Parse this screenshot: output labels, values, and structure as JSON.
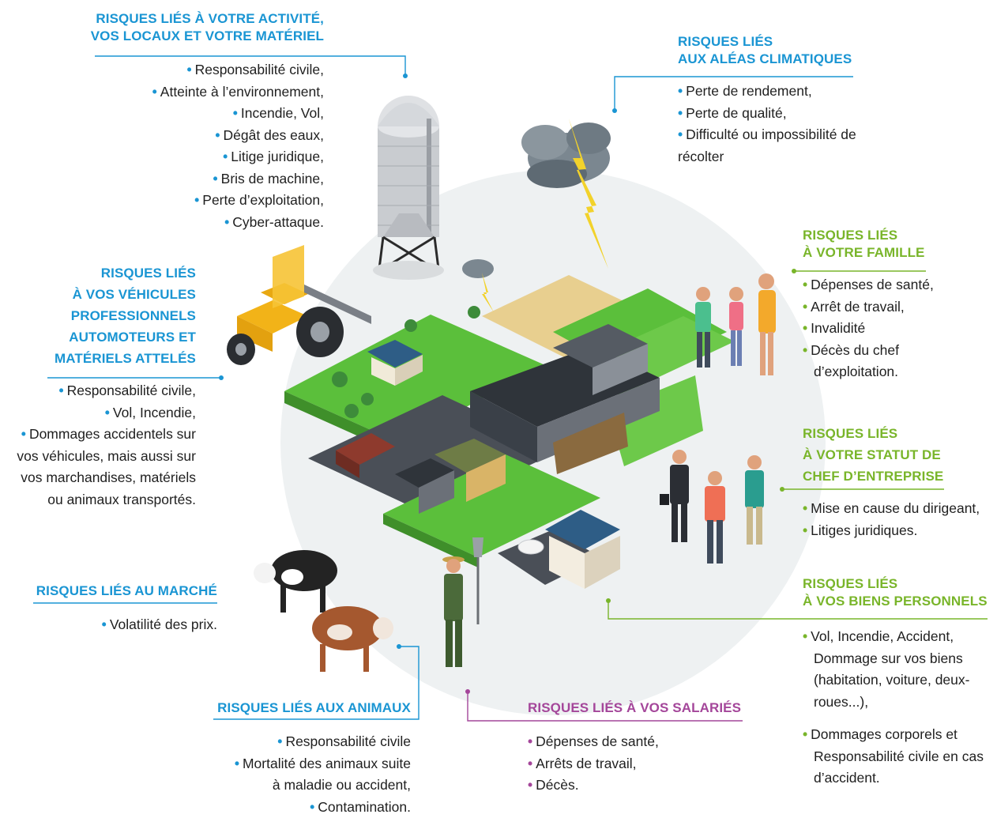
{
  "blocks": {
    "activite": {
      "title": [
        "RISQUES LIÉS À VOTRE ACTIVITÉ,",
        "VOS LOCAUX ET VOTRE MATÉRIEL"
      ],
      "items": [
        "Responsabilité civile,",
        "Atteinte à l’environnement,",
        "Incendie, Vol,",
        "Dégât des eaux,",
        "Litige juridique,",
        "Bris de machine,",
        "Perte d’exploitation,",
        "Cyber-attaque."
      ]
    },
    "climat": {
      "title": [
        "RISQUES LIÉS",
        "AUX ALÉAS CLIMATIQUES"
      ],
      "items": [
        "Perte de rendement,",
        "Perte de qualité,",
        "Difficulté ou impossibilité de",
        "récolter"
      ]
    },
    "vehicules": {
      "title": [
        "RISQUES LIÉS",
        "À VOS VÉHICULES",
        "PROFESSIONNELS",
        "AUTOMOTEURS ET",
        "MATÉRIELS ATTELÉS"
      ],
      "items": [
        "Responsabilité civile,",
        "Vol, Incendie,",
        "Dommages accidentels sur",
        "vos véhicules, mais aussi sur",
        "vos marchandises, matériels",
        "ou animaux transportés."
      ]
    },
    "famille": {
      "title": [
        "RISQUES LIÉS",
        "À VOTRE FAMILLE"
      ],
      "items": [
        "Dépenses de santé,",
        "Arrêt de travail,",
        "Invalidité",
        "Décès du chef",
        "d’exploitation."
      ]
    },
    "statut": {
      "title": [
        "RISQUES LIÉS",
        "À VOTRE STATUT DE",
        "CHEF D’ENTREPRISE"
      ],
      "items": [
        "Mise en cause du dirigeant,",
        "Litiges juridiques."
      ]
    },
    "marche": {
      "title": [
        "RISQUES LIÉS AU MARCHÉ"
      ],
      "items": [
        "Volatilité des prix."
      ]
    },
    "biens": {
      "title": [
        "RISQUES LIÉS",
        "À VOS BIENS PERSONNELS"
      ],
      "items": [
        "Vol, Incendie, Accident,",
        "Dommage sur vos biens",
        "(habitation, voiture, deux-",
        "roues...),",
        "Dommages corporels et",
        "Responsabilité civile en cas",
        "d’accident."
      ]
    },
    "animaux": {
      "title": [
        "RISQUES LIÉS AUX ANIMAUX"
      ],
      "items": [
        "Responsabilité civile",
        "Mortalité des animaux suite",
        "à maladie ou accident,",
        "Contamination."
      ]
    },
    "salaries": {
      "title": [
        "RISQUES LIÉS À VOS SALARIÉS"
      ],
      "items": [
        "Dépenses de santé,",
        "Arrêts de travail,",
        "Décès."
      ]
    }
  },
  "bullet": "•",
  "colors": {
    "blue": "#1a95d3",
    "green": "#79b52a",
    "purple": "#a4469a",
    "grass": "#5bbf3b",
    "road": "#4a4f57",
    "circle": "#eef1f2"
  }
}
